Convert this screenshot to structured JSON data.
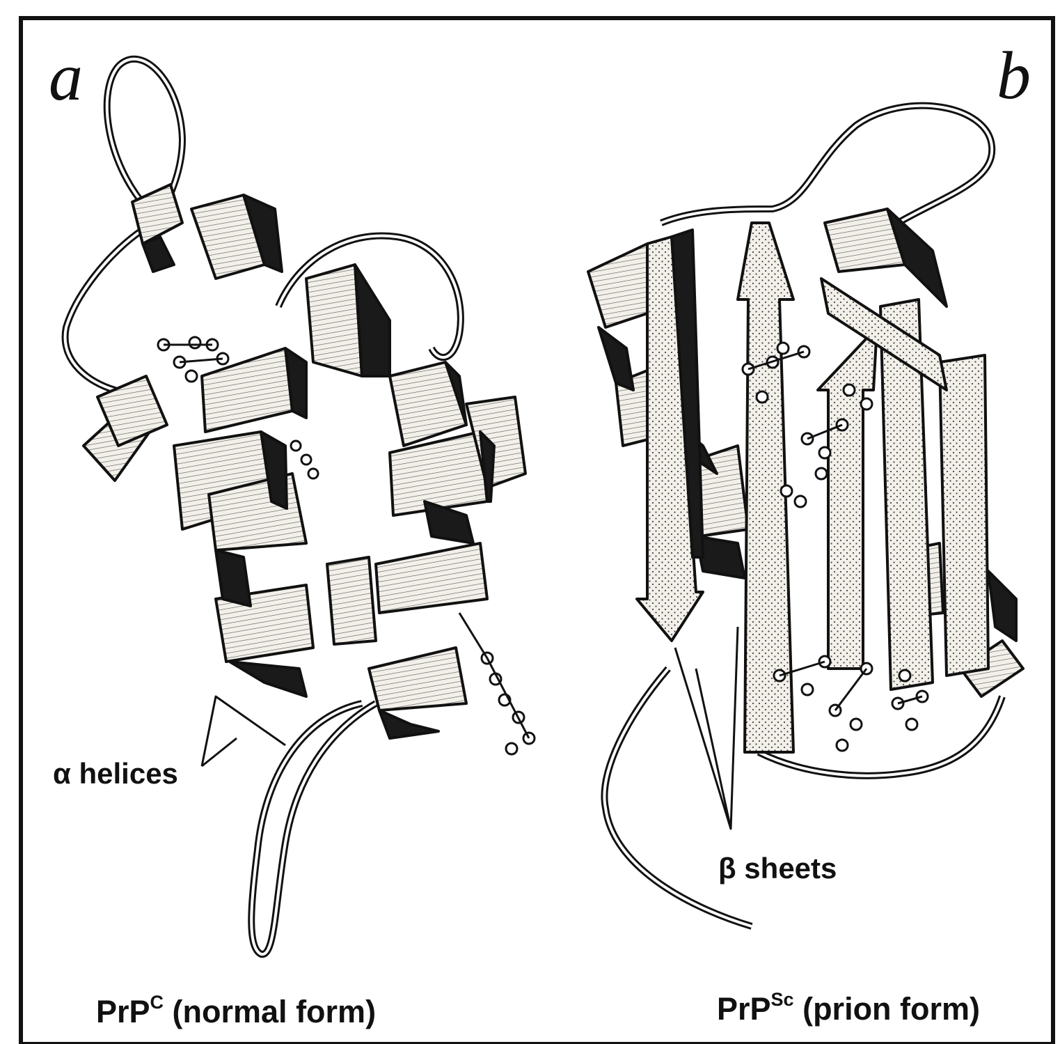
{
  "panels": [
    {
      "letter": "a",
      "structure_label": "α helices",
      "caption_main": "PrP",
      "caption_sup": "C",
      "caption_rest": " (normal form)"
    },
    {
      "letter": "b",
      "structure_label": "β sheets",
      "caption_main": "PrP",
      "caption_sup": "Sc",
      "caption_rest": " (prion form)"
    }
  ],
  "colors": {
    "ink": "#111111",
    "ribbon_fill": "#f3f0ea",
    "shade": "#1a1a1a",
    "background": "#ffffff"
  }
}
